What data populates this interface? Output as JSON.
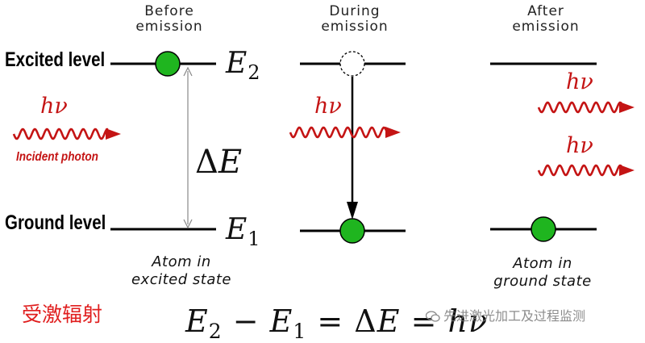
{
  "columns": [
    {
      "header_line1": "Before",
      "header_line2": "emission"
    },
    {
      "header_line1": "During",
      "header_line2": "emission"
    },
    {
      "header_line1": "After",
      "header_line2": "emission"
    }
  ],
  "levels": {
    "excited_label": "Excited level",
    "ground_label": "Ground level",
    "e2_symbol": "E",
    "e2_sub": "2",
    "e1_symbol": "E",
    "e1_sub": "1"
  },
  "delta_e": {
    "delta": "Δ",
    "symbol": "E"
  },
  "photon": {
    "symbol": "hν",
    "incident_label": "Incident photon"
  },
  "states": {
    "before_line1": "Atom in",
    "before_line2": "excited state",
    "after_line1": "Atom in",
    "after_line2": "ground state"
  },
  "title_cn": "受激辐射",
  "equation": {
    "e2": "E",
    "e2_sub": "2",
    "minus": " − ",
    "e1": "E",
    "e1_sub": "1",
    "eq1": " = Δ",
    "de": "E",
    "eq2": " = ",
    "hv": "hν"
  },
  "watermark": {
    "text": "先进激光加工及过程监测",
    "icon": "wechat-icon"
  },
  "colors": {
    "atom": "#1fb51f",
    "photon": "#c41414",
    "title": "#e01e1e"
  }
}
